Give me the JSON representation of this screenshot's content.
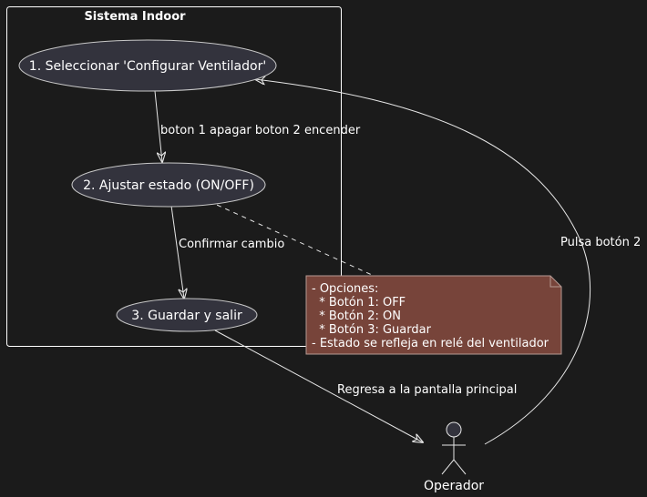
{
  "colors": {
    "background": "#1b1b1b",
    "boundary_stroke": "#ffffff",
    "usecase_fill": "#33333d",
    "usecase_stroke": "#c8c8c8",
    "edge": "#e6e6e6",
    "note_fill": "#77443a",
    "note_stroke": "#b59a93",
    "text": "#ffffff"
  },
  "diagram": {
    "system_title": "Sistema Indoor",
    "usecases": {
      "uc1": "1. Seleccionar 'Configurar Ventilador'",
      "uc2": "2. Ajustar estado (ON/OFF)",
      "uc3": "3. Guardar y salir"
    },
    "edges": {
      "e12": "boton 1 apagar boton 2 encender",
      "e23": "Confirmar cambio",
      "e3op": "Regresa a la pantalla principal",
      "eop1": "Pulsa botón 2"
    },
    "actor": {
      "name": "Operador",
      "icon": "stick-figure-actor-icon"
    },
    "note": {
      "line1": "- Opciones:",
      "line2": "  * Botón 1: OFF",
      "line3": "  * Botón 2: ON",
      "line4": "  * Botón 3: Guardar",
      "line5": "- Estado se refleja en relé del ventilador"
    }
  }
}
